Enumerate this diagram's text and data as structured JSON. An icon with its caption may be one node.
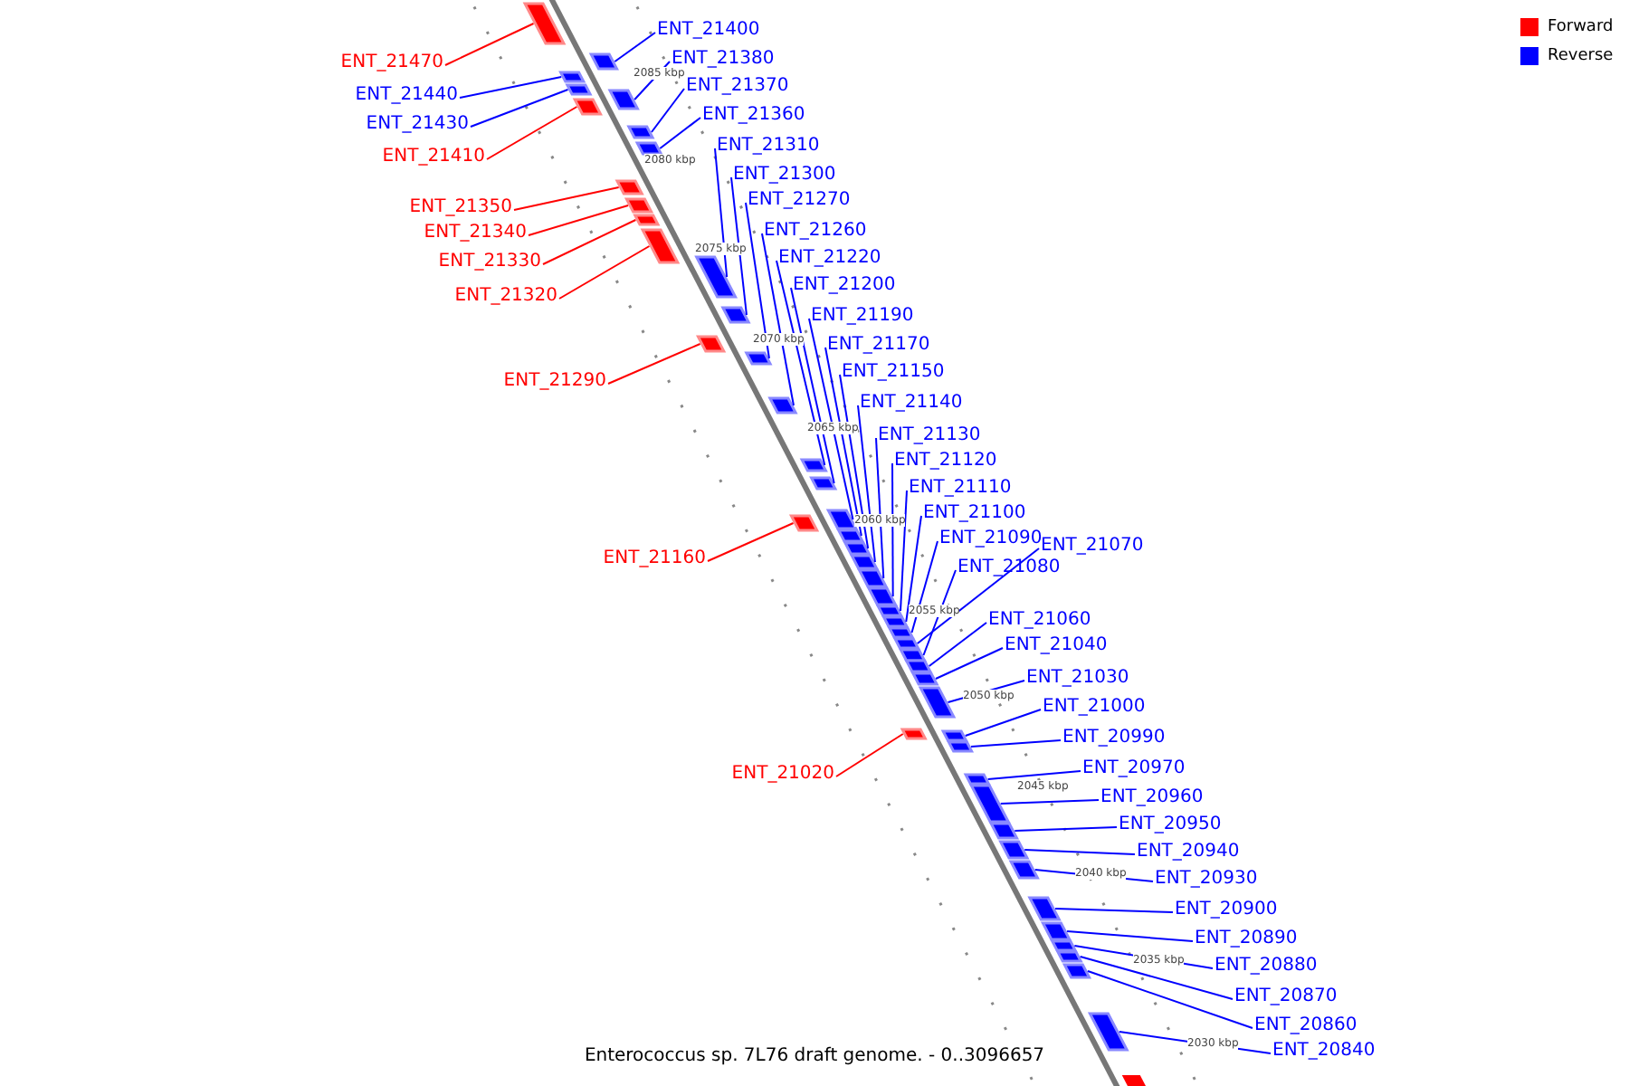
{
  "diagram": {
    "caption": "Enterococcus sp. 7L76 draft genome. - 0..3096657",
    "nodes": [
      {
        "text": [
          "ENT_21400"
        ]
      },
      {
        "text": [
          "ENT_21380"
        ]
      },
      {
        "text": [
          "ENT_21470"
        ]
      },
      {
        "text": [
          "ENT_21370"
        ]
      },
      {
        "text": [
          "ENT_21440"
        ]
      },
      {
        "text": [
          "ENT_21360"
        ]
      },
      {
        "text": [
          "ENT_21430"
        ]
      },
      {
        "text": [
          "ENT_21310"
        ]
      },
      {
        "text": [
          "ENT_21410"
        ]
      },
      {
        "text": [
          "ENT_21300"
        ]
      },
      {
        "text": [
          "ENT_21270"
        ]
      },
      {
        "text": [
          "ENT_21350"
        ]
      },
      {
        "text": [
          "ENT_21260"
        ]
      },
      {
        "text": [
          "ENT_21340"
        ]
      },
      {
        "text": [
          "ENT_21220"
        ]
      },
      {
        "text": [
          "ENT_21330"
        ]
      },
      {
        "text": [
          "ENT_21200"
        ]
      },
      {
        "text": [
          "ENT_21320"
        ]
      },
      {
        "text": [
          "ENT_21190"
        ]
      },
      {
        "text": [
          "ENT_21170"
        ]
      },
      {
        "text": [
          "ENT_21150"
        ]
      },
      {
        "text": [
          "ENT_21290"
        ]
      },
      {
        "text": [
          "ENT_21140"
        ]
      },
      {
        "text": [
          "ENT_21130"
        ]
      },
      {
        "text": [
          "ENT_21120"
        ]
      },
      {
        "text": [
          "ENT_21110"
        ]
      },
      {
        "text": [
          "ENT_21100"
        ]
      },
      {
        "text": [
          "ENT_21090"
        ]
      },
      {
        "text": [
          "ENT_21070"
        ]
      },
      {
        "text": [
          "ENT_21160"
        ]
      },
      {
        "text": [
          "ENT_21080"
        ]
      },
      {
        "text": [
          "ENT_21060"
        ]
      },
      {
        "text": [
          "ENT_21040"
        ]
      },
      {
        "text": [
          "ENT_21030"
        ]
      },
      {
        "text": [
          "ENT_21000"
        ]
      },
      {
        "text": [
          "ENT_20990"
        ]
      },
      {
        "text": [
          "ENT_21020"
        ]
      },
      {
        "text": [
          "ENT_20970"
        ]
      },
      {
        "text": [
          "ENT_20960"
        ]
      },
      {
        "text": [
          "ENT_20950"
        ]
      },
      {
        "text": [
          "ENT_20940"
        ]
      },
      {
        "text": [
          "ENT_20930"
        ]
      },
      {
        "text": [
          "ENT_20900"
        ]
      },
      {
        "text": [
          "ENT_20890"
        ]
      },
      {
        "text": [
          "ENT_20880"
        ]
      },
      {
        "text": [
          "ENT_20870"
        ]
      },
      {
        "text": [
          "ENT_20860"
        ]
      },
      {
        "text": [
          "ENT_20840"
        ]
      },
      {
        "text": [],
        "shape": "box"
      },
      {
        "text": [],
        "shape": "box"
      },
      {
        "text": [],
        "shape": "box"
      },
      {
        "text": [],
        "shape": "box"
      },
      {
        "text": [],
        "shape": "box"
      },
      {
        "text": [],
        "shape": "box"
      },
      {
        "text": [],
        "shape": "box"
      },
      {
        "text": [],
        "shape": "box"
      },
      {
        "text": [],
        "shape": "box"
      },
      {
        "text": [],
        "shape": "box"
      },
      {
        "text": [],
        "shape": "box"
      },
      {
        "text": [],
        "shape": "box"
      },
      {
        "text": [],
        "shape": "box"
      },
      {
        "text": [],
        "shape": "box"
      },
      {
        "text": [],
        "shape": "box"
      },
      {
        "text": [],
        "shape": "box"
      },
      {
        "text": [],
        "shape": "box"
      },
      {
        "text": [],
        "shape": "box"
      },
      {
        "text": [],
        "shape": "box"
      },
      {
        "text": [],
        "shape": "box"
      },
      {
        "text": [],
        "shape": "box"
      },
      {
        "text": [],
        "shape": "box"
      },
      {
        "text": [],
        "shape": "box"
      },
      {
        "text": [],
        "shape": "box"
      },
      {
        "text": [],
        "shape": "box"
      },
      {
        "text": [],
        "shape": "box"
      },
      {
        "text": [],
        "shape": "box"
      },
      {
        "text": [],
        "shape": "box"
      },
      {
        "text": [],
        "shape": "box"
      },
      {
        "text": [],
        "shape": "box"
      },
      {
        "text": [],
        "shape": "box"
      },
      {
        "text": [],
        "shape": "box"
      },
      {
        "text": [],
        "shape": "box"
      },
      {
        "text": [],
        "shape": "box"
      },
      {
        "text": [],
        "shape": "box"
      },
      {
        "text": [],
        "shape": "box"
      },
      {
        "text": [],
        "shape": "box"
      },
      {
        "text": [],
        "shape": "box"
      },
      {
        "text": [],
        "shape": "box"
      },
      {
        "text": [],
        "shape": "box"
      },
      {
        "text": [],
        "shape": "box"
      },
      {
        "text": [],
        "shape": "box"
      },
      {
        "text": [],
        "shape": "box"
      },
      {
        "text": [],
        "shape": "box"
      },
      {
        "text": [],
        "shape": "box"
      },
      {
        "text": [],
        "shape": "box"
      },
      {
        "text": [],
        "shape": "box"
      },
      {
        "text": [],
        "shape": "box"
      }
    ],
    "edges": [
      {
        "from": 0,
        "to": 48,
        "arrow": "none"
      },
      {
        "from": 1,
        "to": 49,
        "arrow": "none"
      },
      {
        "from": 2,
        "to": 50,
        "arrow": "none",
        "color": "#ff0000"
      },
      {
        "from": 3,
        "to": 51,
        "arrow": "none"
      },
      {
        "from": 4,
        "to": 52,
        "arrow": "none"
      },
      {
        "from": 5,
        "to": 53,
        "arrow": "none"
      },
      {
        "from": 6,
        "to": 54,
        "arrow": "none"
      },
      {
        "from": 7,
        "to": 55,
        "arrow": "none"
      },
      {
        "from": 8,
        "to": 56,
        "arrow": "none",
        "color": "#ff0000"
      },
      {
        "from": 9,
        "to": 57,
        "arrow": "none"
      },
      {
        "from": 10,
        "to": 58,
        "arrow": "none"
      },
      {
        "from": 11,
        "to": 59,
        "arrow": "none",
        "color": "#ff0000"
      },
      {
        "from": 12,
        "to": 60,
        "arrow": "none"
      },
      {
        "from": 13,
        "to": 61,
        "arrow": "none",
        "color": "#ff0000"
      },
      {
        "from": 14,
        "to": 62,
        "arrow": "none"
      },
      {
        "from": 15,
        "to": 63,
        "arrow": "none",
        "color": "#ff0000"
      },
      {
        "from": 16,
        "to": 64,
        "arrow": "none"
      },
      {
        "from": 17,
        "to": 65,
        "arrow": "none",
        "color": "#ff0000"
      },
      {
        "from": 18,
        "to": 66,
        "arrow": "none"
      },
      {
        "from": 19,
        "to": 67,
        "arrow": "none"
      },
      {
        "from": 20,
        "to": 68,
        "arrow": "none"
      },
      {
        "from": 21,
        "to": 69,
        "arrow": "none",
        "color": "#ff0000"
      },
      {
        "from": 22,
        "to": 70,
        "arrow": "none"
      },
      {
        "from": 23,
        "to": 71,
        "arrow": "none"
      },
      {
        "from": 24,
        "to": 72,
        "arrow": "none"
      },
      {
        "from": 25,
        "to": 73,
        "arrow": "none"
      },
      {
        "from": 26,
        "to": 74,
        "arrow": "none"
      },
      {
        "from": 27,
        "to": 75,
        "arrow": "none"
      },
      {
        "from": 28,
        "to": 76,
        "arrow": "none"
      },
      {
        "from": 29,
        "to": 77,
        "arrow": "none",
        "color": "#ff0000"
      },
      {
        "from": 30,
        "to": 78,
        "arrow": "none"
      },
      {
        "from": 31,
        "to": 79,
        "arrow": "none"
      },
      {
        "from": 32,
        "to": 80,
        "arrow": "none"
      },
      {
        "from": 33,
        "to": 81,
        "arrow": "none"
      },
      {
        "from": 34,
        "to": 82,
        "arrow": "none"
      },
      {
        "from": 35,
        "to": 83,
        "arrow": "none"
      },
      {
        "from": 36,
        "to": 84,
        "arrow": "none",
        "color": "#ff0000"
      },
      {
        "from": 37,
        "to": 85,
        "arrow": "none"
      },
      {
        "from": 38,
        "to": 86,
        "arrow": "none"
      },
      {
        "from": 39,
        "to": 87,
        "arrow": "none"
      },
      {
        "from": 40,
        "to": 88,
        "arrow": "none"
      },
      {
        "from": 41,
        "to": 89,
        "arrow": "none"
      },
      {
        "from": 42,
        "to": 90,
        "arrow": "none"
      },
      {
        "from": 43,
        "to": 91,
        "arrow": "none"
      },
      {
        "from": 44,
        "to": 92,
        "arrow": "none"
      },
      {
        "from": 45,
        "to": 93,
        "arrow": "none"
      },
      {
        "from": 46,
        "to": 94,
        "arrow": "none"
      },
      {
        "from": 47,
        "to": 95,
        "arrow": "none"
      }
    ],
    "labels": [
      "2085 kbp",
      "2080 kbp",
      "2075 kbp",
      "2070 kbp",
      "2065 kbp",
      "2060 kbp",
      "2055 kbp",
      "2050 kbp",
      "2045 kbp",
      "2040 kbp",
      "2035 kbp",
      "2030 kbp"
    ],
    "legend": [
      {
        "text": "Forward",
        "color": "#ff0000"
      },
      {
        "text": "Reverse",
        "color": "#0000ff"
      }
    ]
  }
}
